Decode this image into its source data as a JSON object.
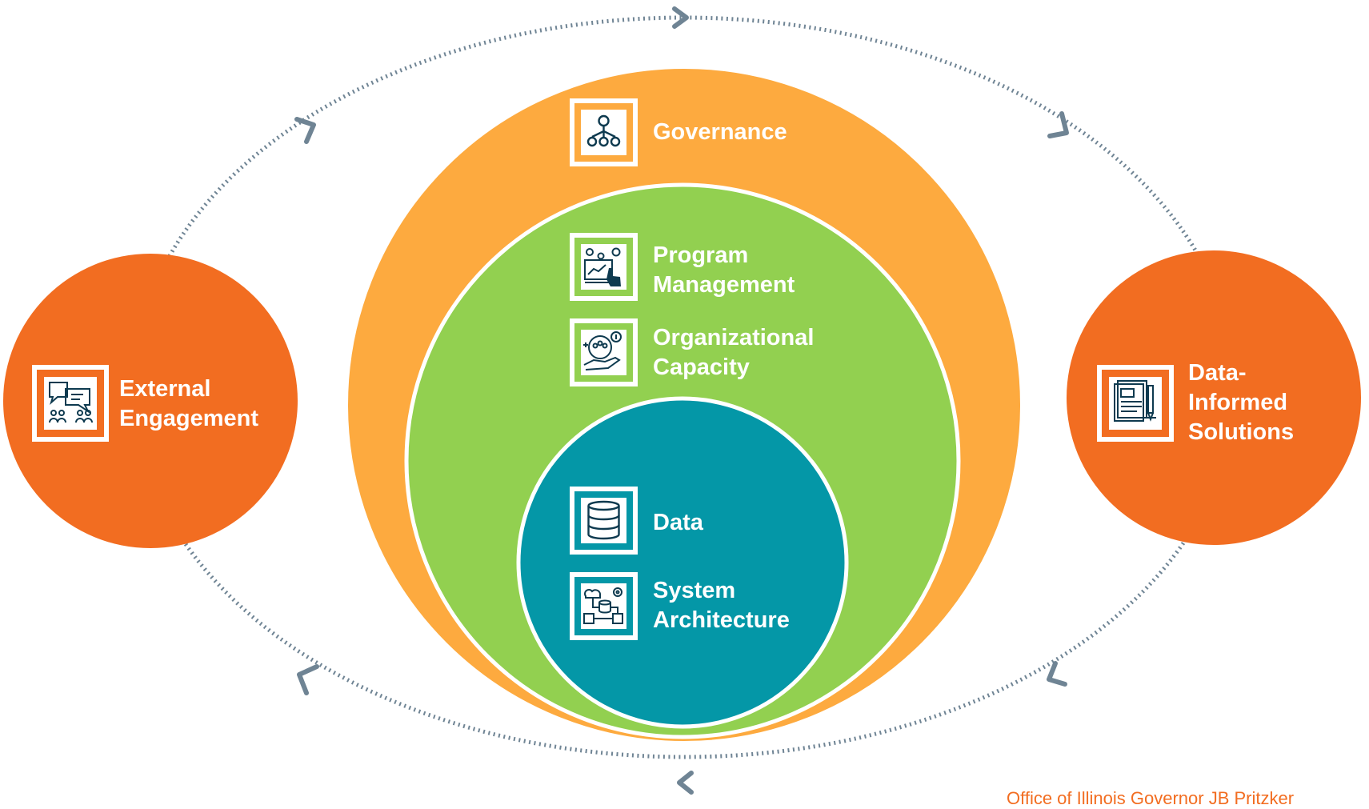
{
  "colors": {
    "orange_dark": "#f26d21",
    "orange_light": "#fdaa3f",
    "green": "#92d050",
    "teal": "#0497a7",
    "cycle_arrow": "#6f8494",
    "white": "#ffffff"
  },
  "nodes": {
    "governance": {
      "lines": [
        "Governance"
      ],
      "icon": "org-hierarchy-icon"
    },
    "program_management": {
      "lines": [
        "Program",
        "Management"
      ],
      "icon": "dashboard-hand-icon"
    },
    "organizational_capacity": {
      "lines": [
        "Organizational",
        "Capacity"
      ],
      "icon": "people-funding-hand-icon"
    },
    "data": {
      "lines": [
        "Data"
      ],
      "icon": "database-icon"
    },
    "system_architecture": {
      "lines": [
        "System",
        "Architecture"
      ],
      "icon": "system-flow-icon"
    },
    "external_engagement": {
      "lines": [
        "External",
        "Engagement"
      ],
      "icon": "discussion-people-icon"
    },
    "data_informed_solutions": {
      "lines": [
        "Data-",
        "Informed",
        "Solutions"
      ],
      "icon": "documents-pen-icon"
    }
  },
  "footer": "Office of Illinois Governor JB Pritzker"
}
